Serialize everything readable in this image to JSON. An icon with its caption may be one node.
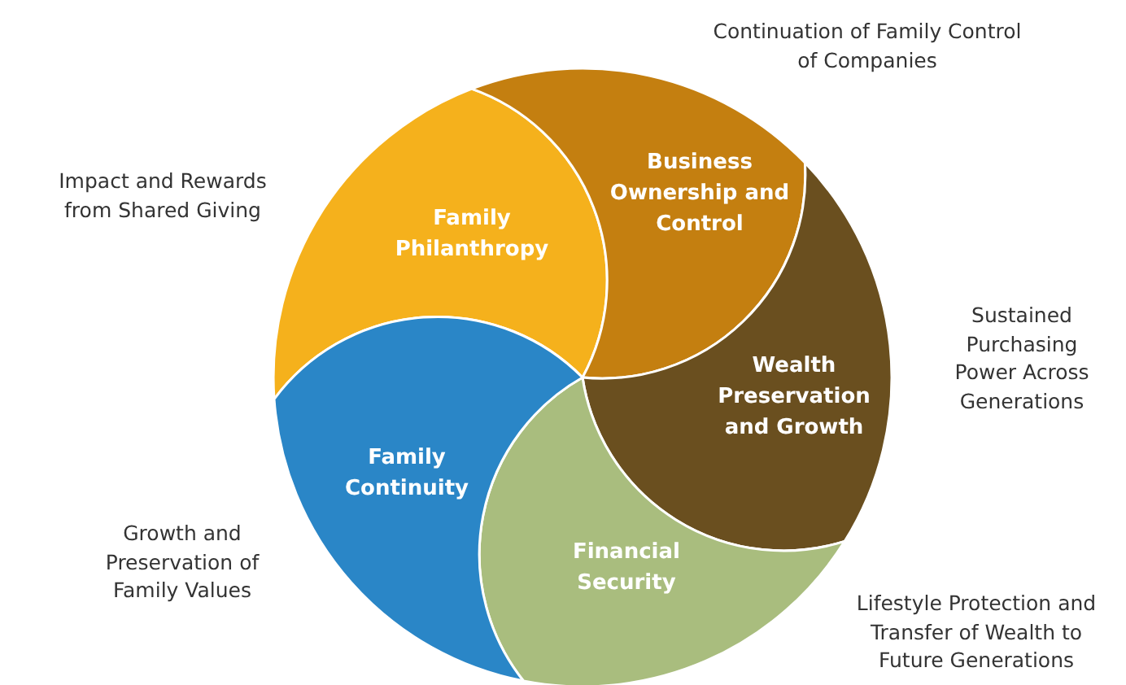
{
  "diagram": {
    "nodes": [
      {
        "text": [
          "Family Philanthropy"
        ]
      },
      {
        "text": [
          "Business Ownership and Control"
        ]
      },
      {
        "text": [
          "Wealth Preservation and Growth"
        ]
      },
      {
        "text": [
          "Financial Security"
        ]
      },
      {
        "text": [
          "Family Continuity"
        ]
      }
    ],
    "labels": [
      "Continuation of Family Control of Companies",
      "Impact and Rewards from Shared Giving",
      "Sustained Purchasing Power Across Generations",
      "Growth and Preservation of Family Values",
      "Lifestyle Protection and Transfer of Wealth to Future Generations"
    ]
  }
}
